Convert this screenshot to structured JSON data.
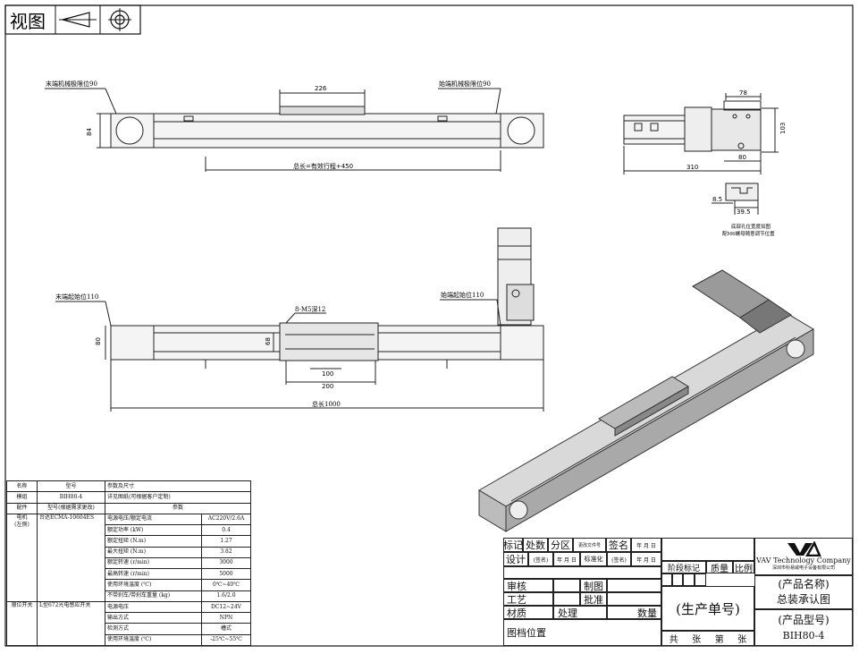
{
  "view_box": {
    "label": "视图"
  },
  "top_view": {
    "left_limit": "末端机械极限位90",
    "right_limit": "始端机械极限位90",
    "slider_width": "226",
    "height": "84",
    "total_length": "总长=有效行程+450"
  },
  "side_view": {
    "width_top": "78",
    "height": "103",
    "bottom_width": "80",
    "length": "310",
    "slot_dim_a": "8.5",
    "slot_dim_b": "39.5",
    "note_line1": "底部孔位宽度如图",
    "note_line2": "配M6螺母随意调节位置"
  },
  "front_view": {
    "left_start": "末端起始位110",
    "right_start": "始端起始位110",
    "hole_note": "8-M5深12",
    "height": "80",
    "inner_height": "68",
    "dim_100": "100",
    "dim_200": "200",
    "total_length": "总长1000"
  },
  "spec_table": {
    "header": [
      "名称",
      "型号",
      "参数及尺寸"
    ],
    "module_row": [
      "模组",
      "BIH80-4",
      "详见图纸(可根据客户定制)"
    ],
    "accessory_row": [
      "配件",
      "型号(根据需求更改)",
      "参数"
    ],
    "motor_name": "电机",
    "motor_side": "(左侧)",
    "motor_model": "台达ECMA-10604ES",
    "motor_params": [
      [
        "电源电压/额定电流",
        "AC220V/2.6A"
      ],
      [
        "额定功率 (kW)",
        "0.4"
      ],
      [
        "额定扭矩 (N.m)",
        "1.27"
      ],
      [
        "最大扭矩 (N.m)",
        "3.82"
      ],
      [
        "额定转速 (r/min)",
        "3000"
      ],
      [
        "最高转速 (r/min)",
        "5000"
      ],
      [
        "使用环境温度 (℃)",
        "0℃~40℃"
      ],
      [
        "不带刹车/带刹车重量 (kg)",
        "1.6/2.0"
      ]
    ],
    "switch_name": "限位开关",
    "switch_model": "L型672光电感应开关",
    "switch_params": [
      [
        "电源电压",
        "DC12~24V"
      ],
      [
        "输出方式",
        "NPN"
      ],
      [
        "检测方式",
        "槽式"
      ],
      [
        "使用环境温度 (℃)",
        "-25℃~55℃"
      ]
    ]
  },
  "title_block": {
    "mark": "标记",
    "count": "处数",
    "zone": "分区",
    "change_doc": "更改文件号",
    "sign": "签名",
    "ymd": "年 月 日",
    "design": "设计",
    "sign_paren": "(签名)",
    "ymd2": "年 月 日",
    "standardize": "标准化",
    "sign_paren2": "(签名)",
    "ymd3": "年 月 日",
    "stage_mark": "阶段标记",
    "weight": "质量",
    "scale": "比例",
    "review": "审核",
    "draw": "制图",
    "process": "工艺",
    "approve": "批准",
    "material": "材质",
    "handle": "处理",
    "quantity": "数量",
    "archive": "图档位置",
    "order_no": "(生产单号)",
    "sheet_info": [
      "共",
      "张",
      "第",
      "张"
    ],
    "company_en": "VAV Technology Company",
    "company_cn": "深圳市科易威电子设备有限公司",
    "product_name_label": "(产品名称)",
    "product_name": "总装承认图",
    "product_model_label": "(产品型号)",
    "product_model": "BIH80-4"
  }
}
